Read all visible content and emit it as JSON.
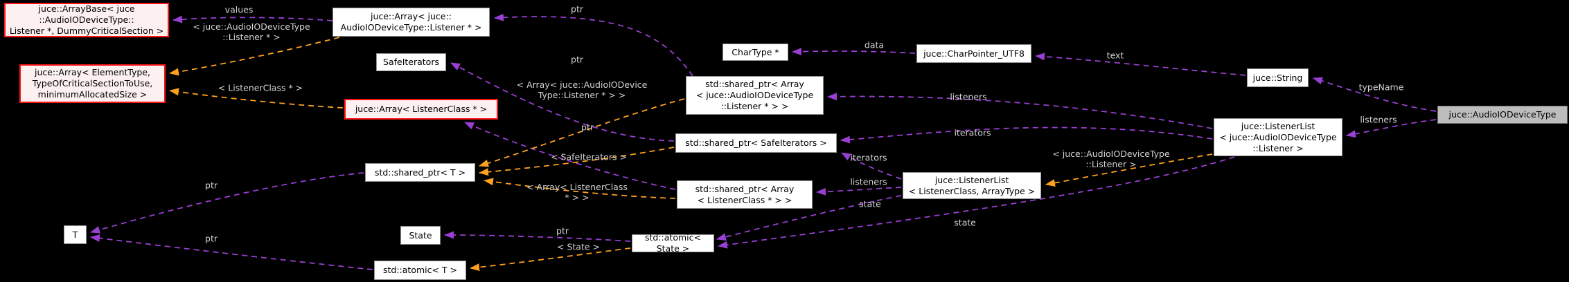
{
  "diagram": {
    "kind": "collaboration-graph",
    "background": "#000000",
    "colors": {
      "usage_edge": "#9a3fd4",
      "template_edge": "#ffa11e",
      "edge_label_text": "#d4d4d4",
      "node_fill": "#ffffff",
      "node_border": "#8f8f8f",
      "highlight_node_fill": "#fcf0f0",
      "highlight_node_border": "#ff1414",
      "main_node_fill": "#bdbdbd",
      "main_node_border": "#767676"
    }
  },
  "nodes": {
    "arraybase": {
      "label": "juce::ArrayBase< juce\n::AudioIODeviceType::\nListener *, DummyCriticalSection >"
    },
    "array_listener": {
      "label": "juce::Array< juce::\nAudioIODeviceType::Listener * >"
    },
    "safeiterators": {
      "label": "SafeIterators"
    },
    "array_generic": {
      "label": "juce::Array< ElementType,\nTypeOfCriticalSectionToUse,\nminimumAllocatedSize >"
    },
    "array_listenerclass": {
      "label": "juce::Array< ListenerClass * >"
    },
    "shared_ptr_array_listener": {
      "label": "std::shared_ptr< Array\n< juce::AudioIODeviceType\n::Listener * > >"
    },
    "chartype": {
      "label": "CharType *"
    },
    "charpointer_utf8": {
      "label": "juce::CharPointer_UTF8"
    },
    "string": {
      "label": "juce::String"
    },
    "shared_ptr_safeiterators": {
      "label": "std::shared_ptr< SafeIterators >"
    },
    "listenerlist_audio": {
      "label": "juce::ListenerList\n< juce::AudioIODeviceType\n::Listener >"
    },
    "audioiodevicetype": {
      "label": "juce::AudioIODeviceType"
    },
    "shared_ptr_t": {
      "label": "std::shared_ptr< T >"
    },
    "shared_ptr_array_listenerclass": {
      "label": "std::shared_ptr< Array\n< ListenerClass * > >"
    },
    "listenerlist_generic": {
      "label": "juce::ListenerList\n< ListenerClass, ArrayType >"
    },
    "t": {
      "label": "T"
    },
    "state": {
      "label": "State"
    },
    "atomic_state": {
      "label": "std::atomic< State >"
    },
    "atomic_t": {
      "label": "std::atomic< T >"
    }
  },
  "edge_labels": {
    "values": "values",
    "tmpl_audio_listener_ptr": "< juce::AudioIODeviceType\n::Listener * >",
    "tmpl_listenerclass_ptr": "< ListenerClass * >",
    "ptr_f_b": "ptr",
    "ptr_j_c": "ptr",
    "ptr_n_e": "ptr",
    "ptr_m_t": "ptr",
    "ptr_s_t": "ptr",
    "ptr_r_q": "ptr",
    "data": "data",
    "text": "text",
    "typename": "typeName",
    "listeners_main": "listeners",
    "listeners_audio": "listeners",
    "iterators_audio": "iterators",
    "iterators_generic": "iterators",
    "listeners_generic": "listeners",
    "state_generic": "state",
    "state_audio": "state",
    "tmpl_array_audio": "< Array< juce::AudioIODevice\nType::Listener * > >",
    "tmpl_safeiterators": "< SafeIterators >",
    "tmpl_array_listenerclass": "< Array< ListenerClass\n* > >",
    "tmpl_state": "< State >",
    "tmpl_listener": "< juce::AudioIODeviceType\n::Listener >"
  }
}
